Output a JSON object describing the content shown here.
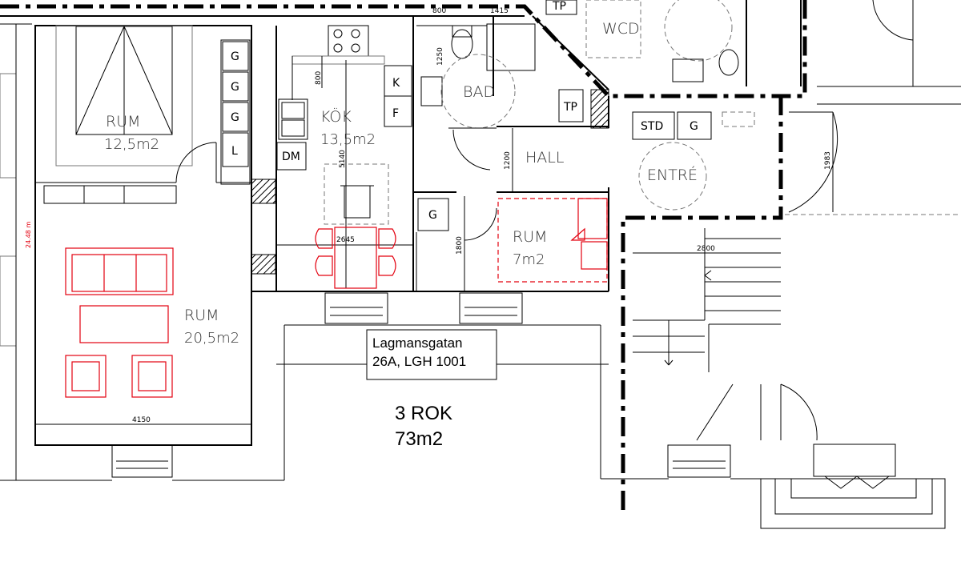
{
  "rooms": {
    "bedroom1": {
      "name": "RUM",
      "area": "12,5m2"
    },
    "kitchen": {
      "name": "KÖK",
      "area": "13,5m2"
    },
    "bath": {
      "name": "BAD"
    },
    "wcd": {
      "name": "WCD"
    },
    "hall": {
      "name": "HALL"
    },
    "entry": {
      "name": "ENTRÉ"
    },
    "living": {
      "name": "RUM",
      "area": "20,5m2"
    },
    "bedroom2": {
      "name": "RUM",
      "area": "7m2"
    }
  },
  "dimensions": {
    "d800_top": "800",
    "d1415": "1415",
    "d1250": "1250",
    "d800_kitchen": "800",
    "d5140": "5140",
    "d1200": "1200",
    "d2645": "2645",
    "d1800": "1800",
    "d2800": "2800",
    "d1983": "1983",
    "d4150": "4150",
    "d2448": "24.48 m"
  },
  "fixtures": {
    "g1": "G",
    "g2": "G",
    "g3": "G",
    "l": "L",
    "dm": "DM",
    "k": "K",
    "f": "F",
    "tp1": "TP",
    "tp2": "TP",
    "std": "STD",
    "g4": "G",
    "g5": "G"
  },
  "address": {
    "line1": "Lagmansgatan",
    "line2": "26A, LGH 1001"
  },
  "summary": {
    "type": "3 ROK",
    "area": "73m2"
  },
  "colors": {
    "furniture": "#e3000f",
    "walls": "#000000"
  }
}
